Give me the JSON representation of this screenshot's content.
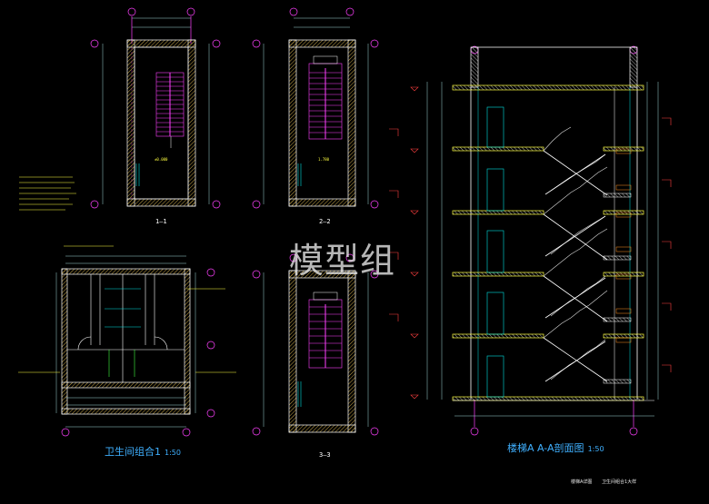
{
  "watermark": "模型组",
  "titles": {
    "wc_group": "卫生间组合1",
    "wc_scale": "1:50",
    "stair_section": "楼梯A  A-A剖面图",
    "stair_scale": "1:50"
  },
  "section_marks": {
    "s1": "1—1",
    "s2": "2—2",
    "s3": "3—3"
  },
  "footer": {
    "left": "楼梯A详图",
    "right": "卫生间组合1大样"
  },
  "colors": {
    "background": "#000000",
    "wall": "#ffffff",
    "hatch": "#e0c060",
    "dimension": "#9fd7d7",
    "axis_bubble": "#ff40ff",
    "stair": "#ff40ff",
    "floor": "#ffff40",
    "elevation": "#ff4040",
    "window": "#00e0e0",
    "railing": "#cfcfcf",
    "title": "#3fb0ff"
  }
}
